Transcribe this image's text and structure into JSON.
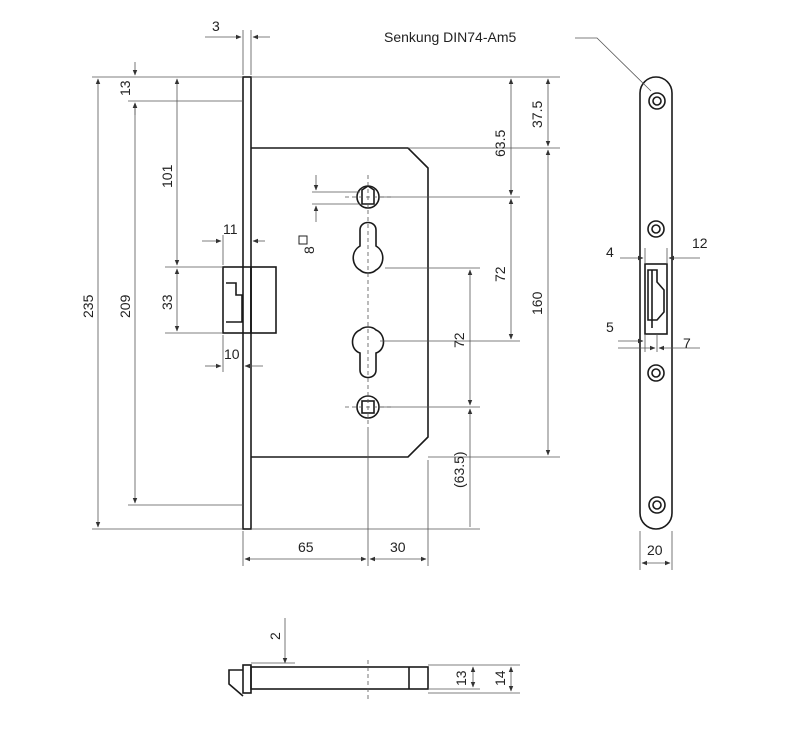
{
  "annotation": {
    "countersink_note": "Senkung DIN74-Am5"
  },
  "dimensions": {
    "faceplate_thickness": "3",
    "top_offset": "13",
    "overall_height": "235",
    "fixing_hole_spacing": "209",
    "latch_from_top": "101",
    "latch_height": "33",
    "latch_projection": "11",
    "latch_depth": "10",
    "square_follower": "8",
    "hole_to_case_top": "37.5",
    "follower_from_top": "63.5",
    "follower_to_keyhole": "72",
    "case_height": "160",
    "keyhole_to_bottom_follower": "72",
    "bottom_follower_to_bottom": "(63.5)",
    "backset": "65",
    "case_rear": "30",
    "strike_left_offset": "4",
    "strike_right_offset": "12",
    "strike_bottom_left": "5",
    "strike_bottom_right": "7",
    "faceplate_width": "20",
    "bottom_projection": "2",
    "case_thickness": "13",
    "overall_thickness": "14"
  }
}
